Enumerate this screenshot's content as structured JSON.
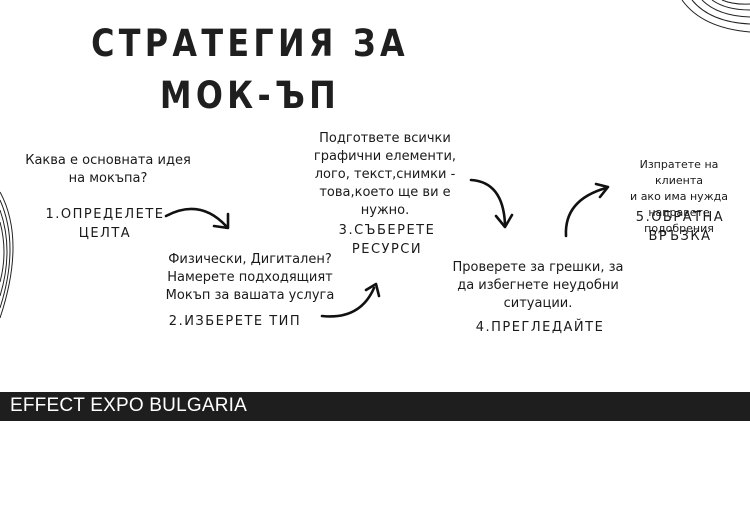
{
  "title": {
    "line1": "СТРАТЕГИЯ ЗА",
    "line2": "МОК-ЪП"
  },
  "steps": [
    {
      "description": [
        "Каква е основната идея",
        "на мокъпа?"
      ],
      "label": [
        "1.ОПРЕДЕЛЕТЕ",
        "ЦЕЛТА"
      ]
    },
    {
      "description": [
        "Физически, Дигитален?",
        "Намерете подходящият",
        "Мокъп за вашата услуга"
      ],
      "label": [
        "2.ИЗБЕРЕТЕ ТИП"
      ]
    },
    {
      "description": [
        "Подгответе всички",
        "графични елементи,",
        "лого, текст,снимки -",
        "това,което ще ви е",
        "нужно."
      ],
      "label": [
        "3.СЪБЕРЕТЕ",
        "РЕСУРСИ"
      ]
    },
    {
      "description": [
        "Проверете за грешки, за",
        "да избегнете неудобни",
        "ситуации."
      ],
      "label": [
        "4.ПРЕГЛЕДАЙТЕ"
      ]
    },
    {
      "description": [
        "Изпратете на клиента",
        "и ако има нужда",
        "направете подобрения"
      ],
      "label": [
        "5.ОБРАТНА",
        "ВРЪЗКА"
      ]
    }
  ],
  "banner": {
    "text": "EFFECT EXPO BULGARIA"
  },
  "colors": {
    "background": "#ffffff",
    "text": "#1a1a1a",
    "banner": "#1e1e1e",
    "banner_text": "#ffffff"
  }
}
